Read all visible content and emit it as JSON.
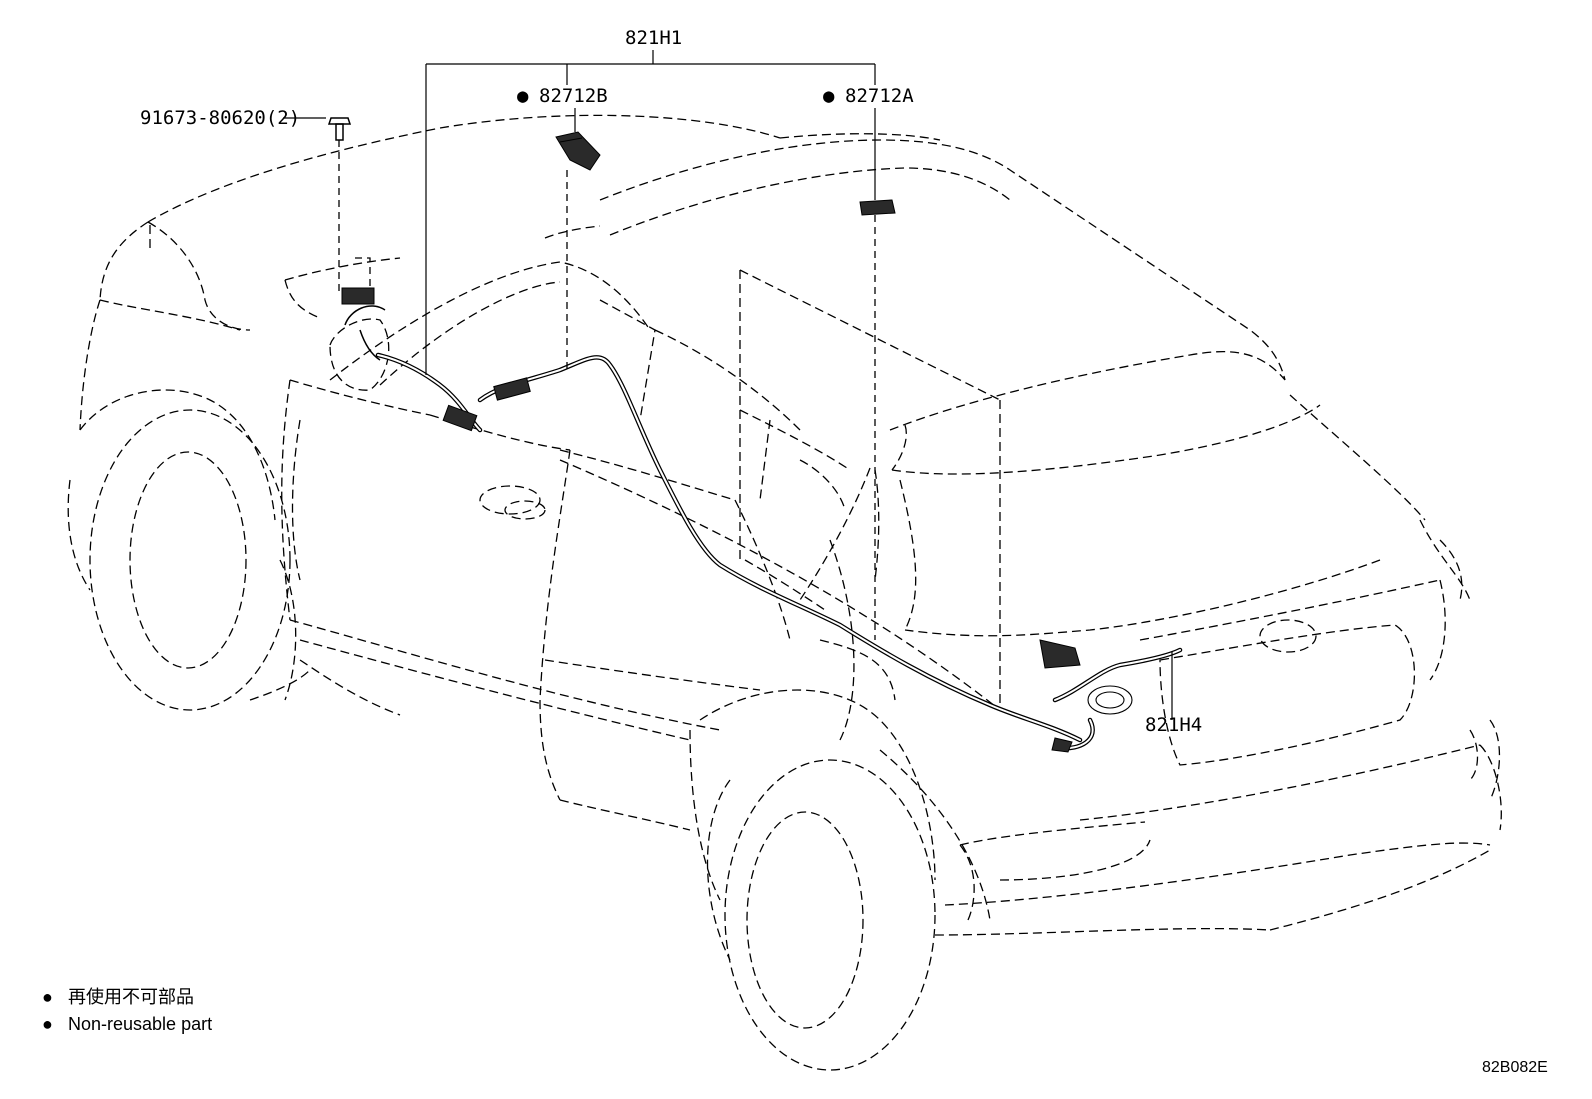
{
  "parts": {
    "main_harness": "821H1",
    "sub_harness": "821H4",
    "clamp_b": "82712B",
    "clamp_a": "82712A",
    "bolt": "91673-80620(2)"
  },
  "legend": {
    "marker_glyph": "●",
    "line_jp": "再使用不可部品",
    "line_en": "Non-reusable part"
  },
  "figure_code": "82B082E",
  "colors": {
    "line": "#000000",
    "background": "#ffffff"
  }
}
